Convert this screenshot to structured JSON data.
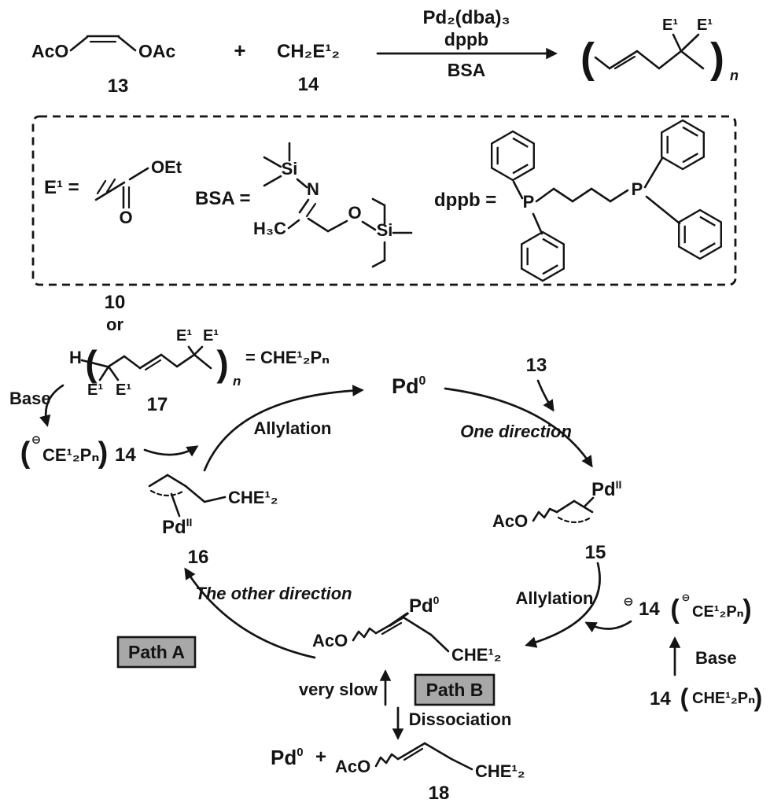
{
  "reaction": {
    "aco_left": "AcO",
    "oac_right": "OAc",
    "num13": "13",
    "plus": "+",
    "ch2e12": "CH₂E¹₂",
    "num14": "14",
    "cat1": "Pd₂(dba)₃",
    "cat2": "dppb",
    "cat3": "BSA",
    "prod_open": "(",
    "prod_close": ")",
    "prod_e1a": "E¹",
    "prod_e1b": "E¹",
    "prod_n": "n"
  },
  "legend": {
    "e1_label": "E¹ =",
    "e1_o": "O",
    "e1_oet": "OEt",
    "bsa_label": "BSA =",
    "bsa_si1": "Si",
    "bsa_n": "N",
    "bsa_h3c": "H₃C",
    "bsa_o": "O",
    "bsa_si2": "Si",
    "dppb_label": "dppb =",
    "dppb_p1": "P",
    "dppb_p2": "P"
  },
  "cycle": {
    "num10": "10",
    "or_label": "or",
    "s17": {
      "h": "H",
      "open": "(",
      "close": ")",
      "n_sub": "n",
      "e1_bl": "E¹",
      "e1_br": "E¹",
      "e1_tl": "E¹",
      "e1_tr": "E¹",
      "equals": "= CHE¹₂Pₙ",
      "num": "17"
    },
    "base_left": "Base",
    "anion_left": {
      "open": "(",
      "minus": "⊖",
      "formula": "CE¹₂Pₙ",
      "close": ")",
      "num": "14"
    },
    "allylation_left": "Allylation",
    "pd0_top": {
      "base": "Pd",
      "sup": "0"
    },
    "num13": "13",
    "one_direction": "One direction",
    "s15": {
      "aco": "AcO",
      "pd": {
        "base": "Pd",
        "sup": "II"
      },
      "num": "15"
    },
    "allylation_right": "Allylation",
    "anion_right": {
      "minus": "⊖",
      "num": "14",
      "open": "(",
      "minus2": "⊖",
      "formula": "CE¹₂Pₙ",
      "close": ")"
    },
    "base_right": "Base",
    "nucleophile": {
      "num": "14",
      "open": "(",
      "formula": "CHE¹₂Pₙ",
      "close": ")"
    },
    "s16": {
      "pd": {
        "base": "Pd",
        "sup": "II"
      },
      "che": "CHE¹₂",
      "num": "16"
    },
    "other_direction": "The other direction",
    "path_a": "Path A",
    "central": {
      "aco": "AcO",
      "pd": {
        "base": "Pd",
        "sup": "0"
      },
      "che": "CHE¹₂"
    },
    "very_slow": "very slow",
    "path_b": "Path B",
    "dissociation": "Dissociation",
    "product18": {
      "pd": {
        "base": "Pd",
        "sup": "0"
      },
      "plus": "+",
      "aco": "AcO",
      "che": "CHE¹₂",
      "num": "18"
    }
  }
}
